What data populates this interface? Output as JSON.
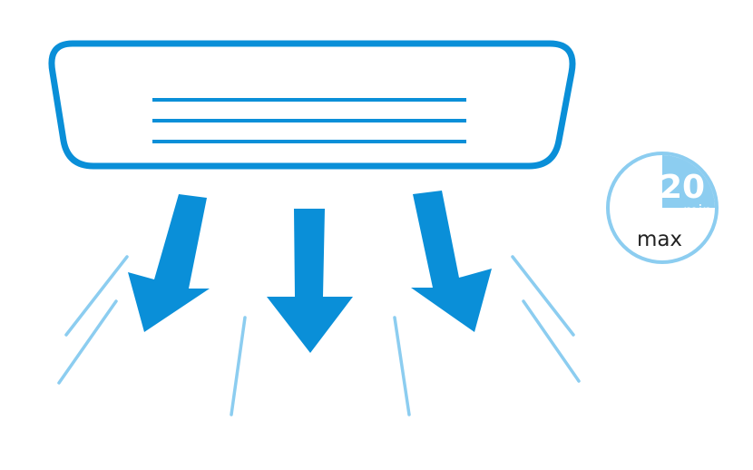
{
  "colors": {
    "primary_blue": "#0a8fd8",
    "light_blue": "#8ccdf0",
    "background": "#ffffff",
    "timer_text_light": "#ffffff",
    "timer_text_dark": "#222222"
  },
  "timer": {
    "number": "20",
    "unit": "min",
    "label": "max",
    "filled_fraction": 0.25
  },
  "icons": {
    "unit": "air-conditioner-unit-icon",
    "arrows": "airflow-arrow-icon",
    "streams": "airflow-line-icon",
    "timer": "timer-icon"
  }
}
